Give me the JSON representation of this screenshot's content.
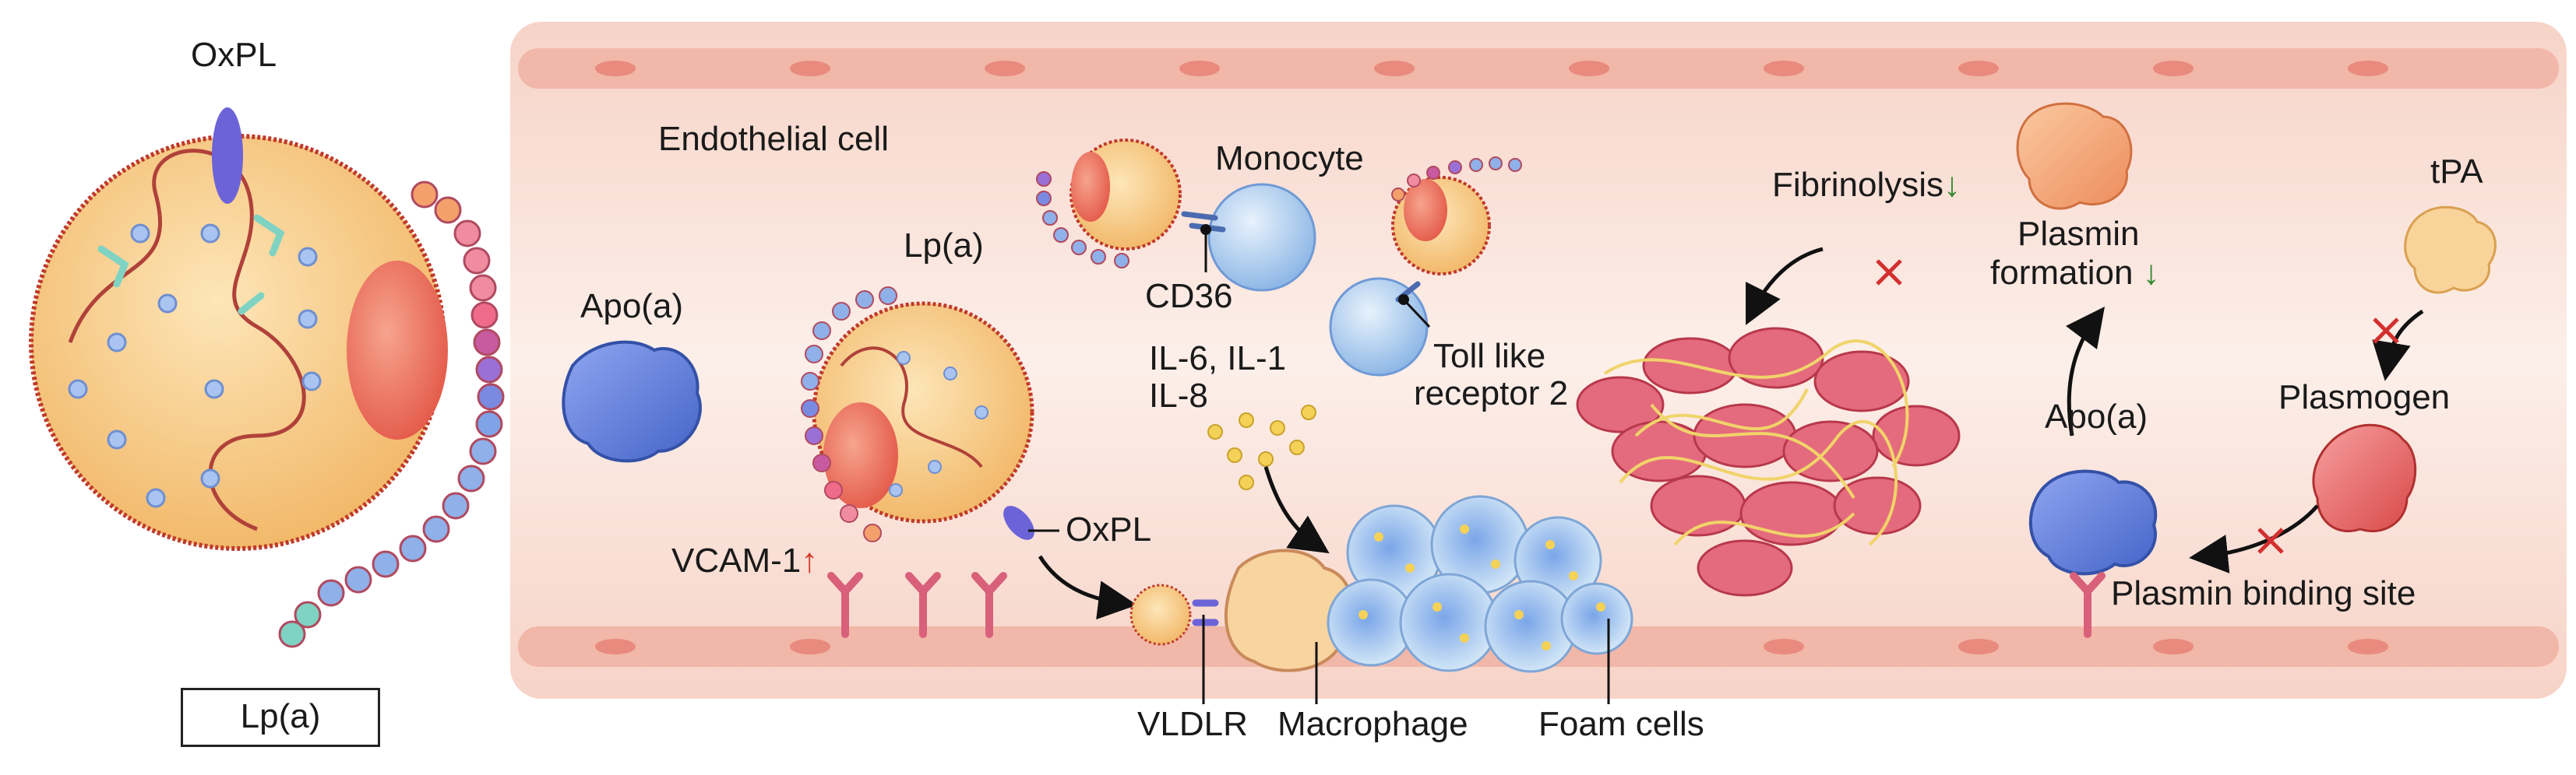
{
  "labels": {
    "oxpl_top": "OxPL",
    "lpa_box": "Lp(a)",
    "apoa_left": "Apo(a)",
    "endothelial": "Endothelial cell",
    "monocyte": "Monocyte",
    "lpa_mid": "Lp(a)",
    "cd36": "CD36",
    "il_line1": "IL-6, IL-1",
    "il_line2": "IL-8",
    "tlr_line1": "Toll like",
    "tlr_line2": "receptor 2",
    "oxpl_mid": "OxPL",
    "vcam": "VCAM-1",
    "vcam_arrow": "↑",
    "vldlr": "VLDLR",
    "macrophage": "Macrophage",
    "foam": "Foam cells",
    "fibrinolysis": "Fibrinolysis",
    "fibrinolysis_arrow": "↓",
    "plasmin_line1": "Plasmin",
    "plasmin_line2": "formation",
    "plasmin_arrow": "↓",
    "tpa": "tPA",
    "plasmogen": "Plasmogen",
    "apoa_right": "Apo(a)",
    "plasmin_binding": "Plasmin binding site"
  },
  "colors": {
    "particle_fill": "#f6c27a",
    "particle_edge": "#c0392b",
    "apoa_blue": "#5a78d6",
    "vessel_bg": "#fbeee8",
    "vessel_wall": "#f3c3b7",
    "receptor": "#d9607a",
    "clot": "#e46b7d",
    "fibrin": "#f0d46a",
    "foam_cell": "#a9ccec",
    "inhibit_red": "#d32f2f"
  }
}
